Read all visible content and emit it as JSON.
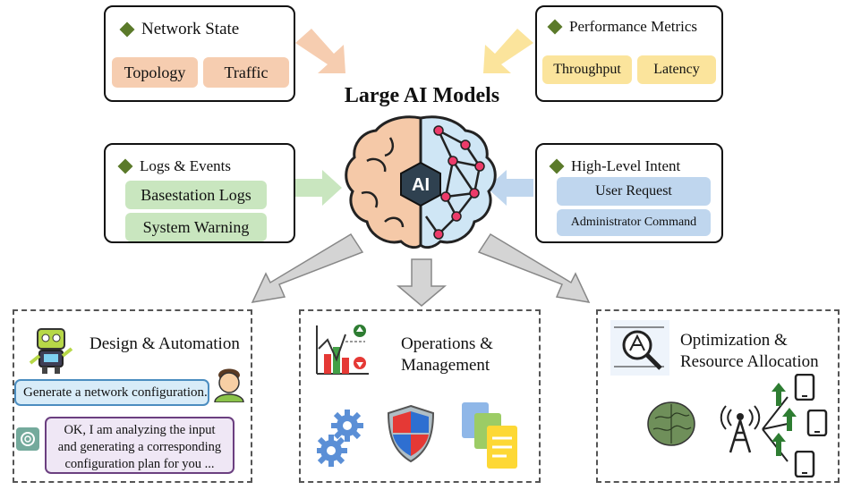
{
  "title": "Large AI Models",
  "inputs": {
    "network_state": {
      "title": "Network State",
      "items": [
        "Topology",
        "Traffic"
      ]
    },
    "performance_metrics": {
      "title": "Performance Metrics",
      "items": [
        "Throughput",
        "Latency"
      ]
    },
    "logs_events": {
      "title": "Logs & Events",
      "items": [
        "Basestation Logs",
        "System Warning"
      ]
    },
    "high_level_intent": {
      "title": "High-Level Intent",
      "items": [
        "User Request",
        "Administrator Command"
      ]
    }
  },
  "ai_badge": "AI",
  "outputs": {
    "design": {
      "title": "Design & Automation",
      "user_message": "Generate a network configuration.",
      "ai_reply": "OK, I am analyzing the input and generating a corresponding configuration plan for you ..."
    },
    "operations": {
      "title_line1": "Operations &",
      "title_line2": "Management"
    },
    "optimization": {
      "title_line1": "Optimization &",
      "title_line2": "Resource Allocation"
    }
  },
  "colors": {
    "orange": "#f6cdb0",
    "yellow": "#fbe49c",
    "green": "#c9e6bf",
    "blue": "#bfd6ee",
    "diamond": "#5b7a2a",
    "brain_left": "#f5c9a8",
    "brain_right": "#cfe6f5",
    "ai_hex": "#2f4150"
  },
  "icons": [
    "robot-icon",
    "person-icon",
    "chatgpt-icon",
    "trend-chart-icon",
    "gears-icon",
    "shield-icon",
    "documents-icon",
    "math-magnifier-icon",
    "brain-network-icon",
    "antenna-icon",
    "phone-icon",
    "up-arrow-icon"
  ]
}
